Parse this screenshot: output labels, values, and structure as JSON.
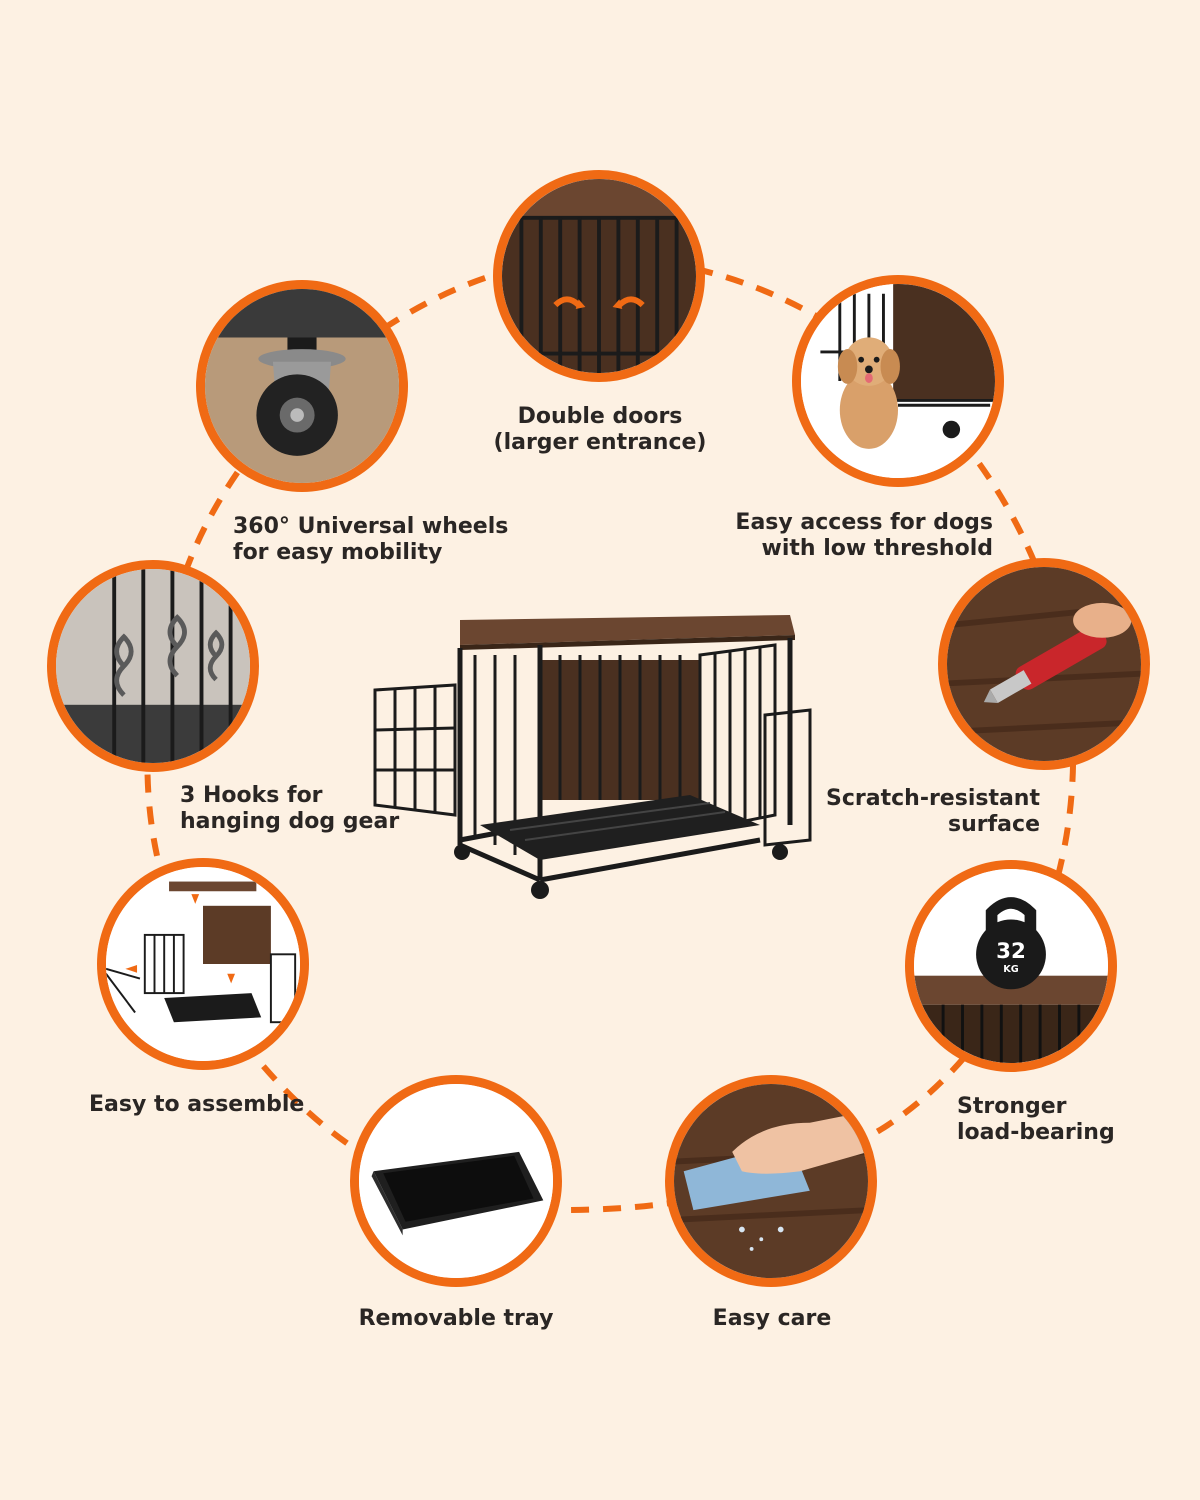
{
  "colors": {
    "background": "#fdf1e3",
    "accent": "#f06a14",
    "wood": "#5a3a25",
    "metal": "#222222",
    "text": "#2a2624"
  },
  "center_product": {
    "icon": "dog-crate-furniture"
  },
  "features": [
    {
      "id": "double-doors",
      "icon": "crate-double-door",
      "lines": [
        "Double doors",
        "(larger entrance)"
      ]
    },
    {
      "id": "easy-access",
      "icon": "dog-crate-entry",
      "lines": [
        "Easy access for dogs",
        "with low threshold"
      ]
    },
    {
      "id": "scratch",
      "icon": "cutter-blade",
      "lines": [
        "Scratch-resistant",
        "surface"
      ]
    },
    {
      "id": "load",
      "icon": "kettlebell",
      "weight": "32",
      "unit": "KG",
      "lines": [
        "Stronger",
        "load-bearing"
      ]
    },
    {
      "id": "care",
      "icon": "wiping-hand",
      "lines": [
        "Easy care"
      ]
    },
    {
      "id": "tray",
      "icon": "tray",
      "lines": [
        "Removable tray"
      ]
    },
    {
      "id": "assemble",
      "icon": "exploded-crate",
      "lines": [
        "Easy to assemble"
      ]
    },
    {
      "id": "hooks",
      "icon": "s-hooks",
      "lines": [
        "3 Hooks for",
        "hanging dog gear"
      ]
    },
    {
      "id": "wheels",
      "icon": "caster-wheel",
      "lines": [
        "360° Universal wheels",
        "for easy mobility"
      ]
    }
  ]
}
